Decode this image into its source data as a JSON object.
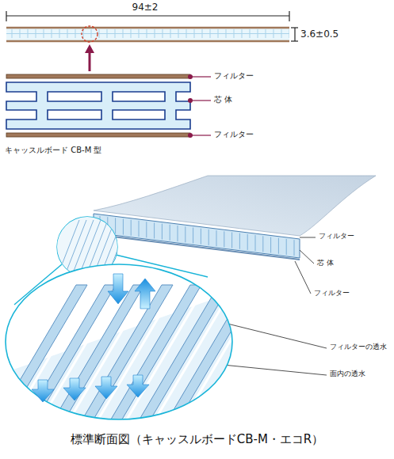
{
  "diagram": {
    "caption": "標準断面図（キャッスルボードCB-M・エコR）",
    "labels": [
      "94±2",
      "3.6±0.5",
      "フィルター",
      "芯 体",
      "フィルター",
      "キャッスルボード CB-M 型",
      "フィルター",
      "芯 体",
      "フィルター",
      "フィルターの透水",
      "面内の透水"
    ]
  }
}
